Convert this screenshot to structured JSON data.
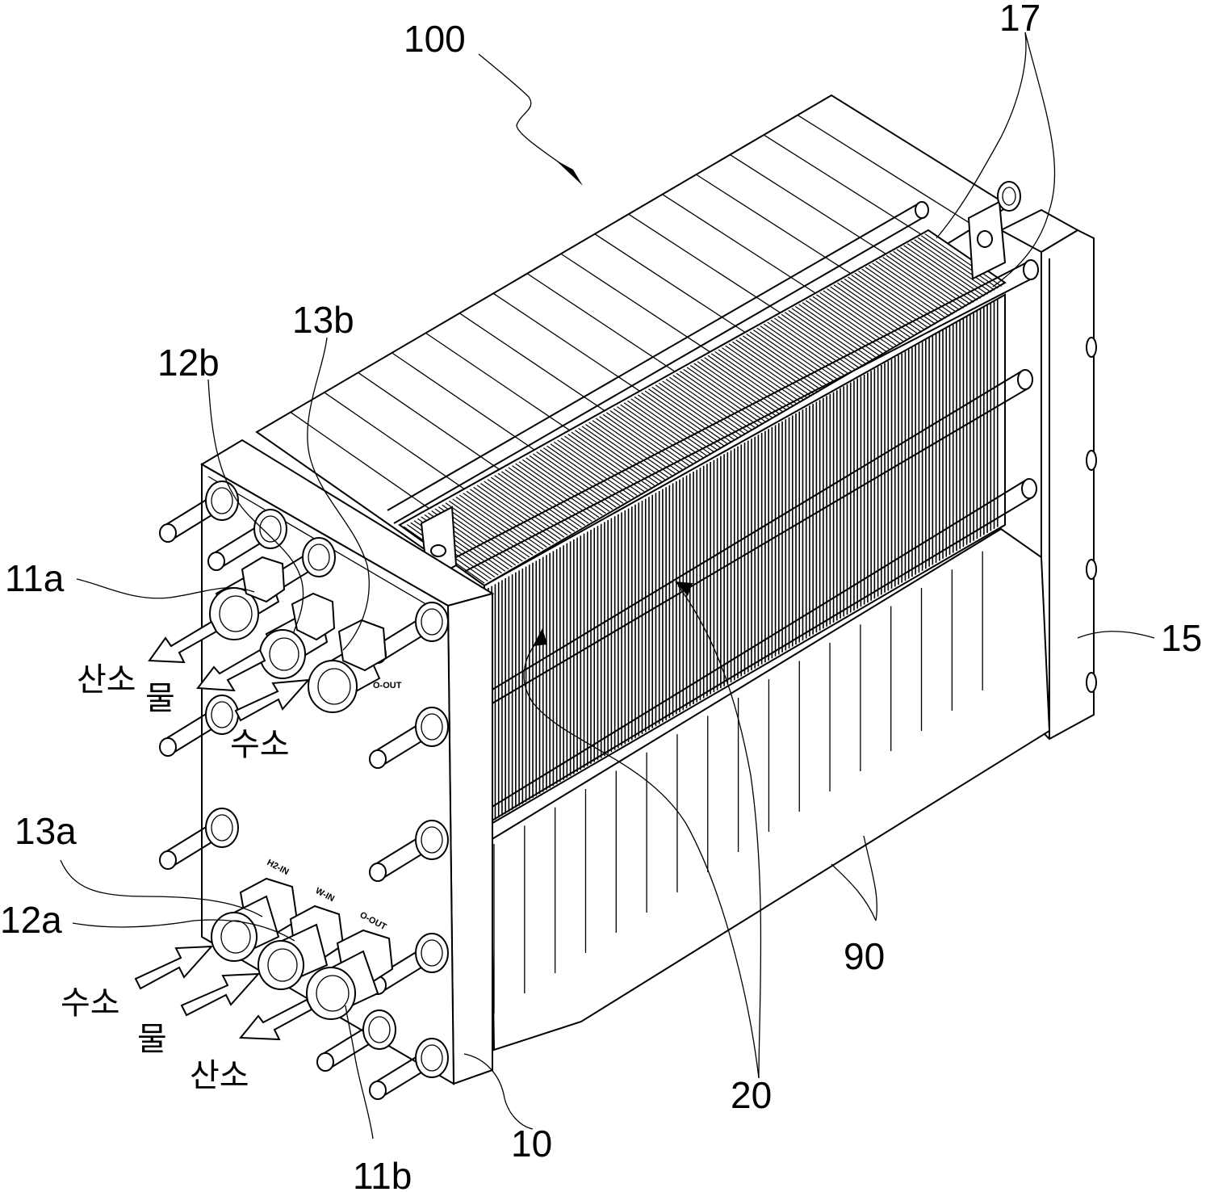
{
  "labels": {
    "stack": "100",
    "rod": "17",
    "end_plate_right": "15",
    "end_plate_front": "10",
    "cells": "20",
    "heat_sink": "90",
    "port_11a": "11a",
    "port_11b": "11b",
    "port_12a": "12a",
    "port_12b": "12b",
    "port_13a": "13a",
    "port_13b": "13b"
  },
  "flows": {
    "upper_oxygen": "산소",
    "upper_water": "물",
    "upper_hydrogen": "수소",
    "lower_hydrogen": "수소",
    "lower_water": "물",
    "lower_oxygen": "산소"
  },
  "port_marks": {
    "h2_in": "H2-IN",
    "w_in": "W-IN",
    "o_out": "O-OUT",
    "o_out_upper": "O-OUT"
  }
}
